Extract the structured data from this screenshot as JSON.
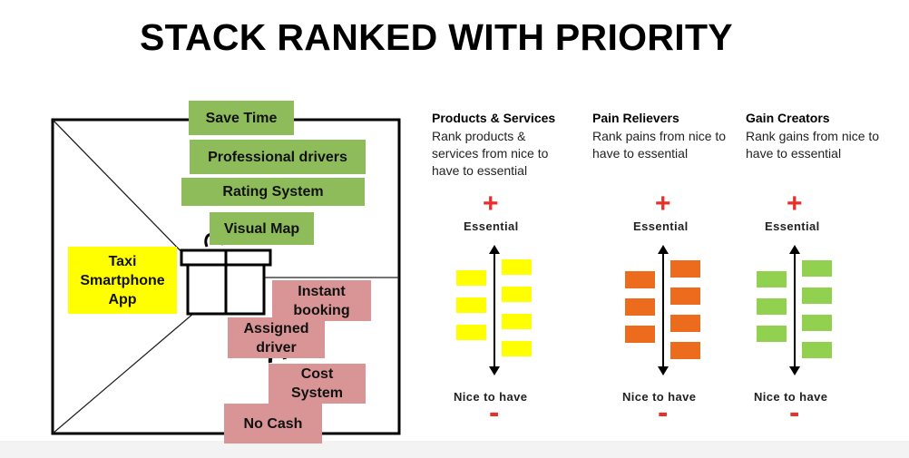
{
  "slide": {
    "title": "STACK RANKED WITH PRIORITY"
  },
  "canvas": {
    "stickies": {
      "save_time": "Save Time",
      "professional_drivers": "Professional drivers",
      "rating_system": "Rating System",
      "visual_map": "Visual Map",
      "taxi_app": "Taxi Smartphone App",
      "instant_booking": "Instant booking",
      "assigned_driver": "Assigned driver",
      "cost_system": "Cost System",
      "no_cash": "No Cash"
    }
  },
  "columns": [
    {
      "title": "Products & Services",
      "description": "Rank products & services from  nice to have to essential",
      "top_label": "Essential",
      "bottom_label": "Nice to have",
      "top_sign": "+",
      "bottom_sign": "-",
      "color": "#ffff00"
    },
    {
      "title": "Pain Relievers",
      "description": "Rank pains from nice to have to essential",
      "top_label": "Essential",
      "bottom_label": "Nice to have",
      "top_sign": "+",
      "bottom_sign": "-",
      "color": "#ec6b1c"
    },
    {
      "title": "Gain Creators",
      "description": "Rank gains from nice to have to essential",
      "top_label": "Essential",
      "bottom_label": "Nice to have",
      "top_sign": "+",
      "bottom_sign": "-",
      "color": "#92d050"
    }
  ],
  "colors": {
    "plus_minus": "#e8302a",
    "sticky_green": "#8fbc5a",
    "sticky_yellow": "#ffff00",
    "sticky_pink": "#d99595"
  }
}
